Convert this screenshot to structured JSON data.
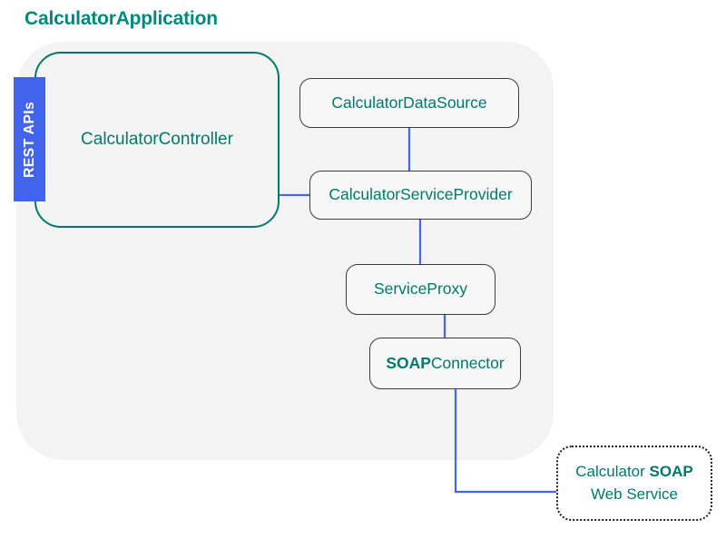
{
  "diagram": {
    "title": "CalculatorApplication",
    "colors": {
      "accent_teal": "#00796B",
      "title_teal": "#00897B",
      "connector_blue": "#4267E8",
      "tag_blue": "#4263EB",
      "panel_grey": "#F2F3F2",
      "node_border": "#3C3C3C"
    },
    "api_tag": {
      "label": "REST APIs"
    },
    "nodes": {
      "controller": {
        "label": "CalculatorController"
      },
      "datasource": {
        "label": "CalculatorDataSource"
      },
      "service_provider": {
        "label": "CalculatorServiceProvider"
      },
      "service_proxy": {
        "label": "ServiceProxy"
      },
      "soap_connector": {
        "label_bold": "SOAP",
        "label_rest": "Connector"
      },
      "web_service": {
        "line1_prefix": "Calculator ",
        "line1_bold": "SOAP",
        "line2": "Web Service"
      }
    }
  }
}
